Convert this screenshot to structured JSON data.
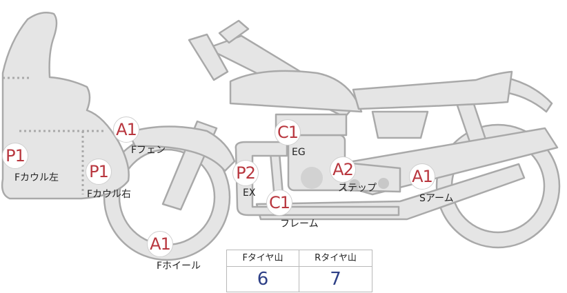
{
  "hotspots": [
    {
      "id": "f-cowl-left",
      "grade": "P1",
      "label": "Fカウル左"
    },
    {
      "id": "f-cowl-right",
      "grade": "P1",
      "label": "Fカウル右"
    },
    {
      "id": "f-fender",
      "grade": "A1",
      "label": "Fフェン"
    },
    {
      "id": "f-wheel",
      "grade": "A1",
      "label": "Fホイール"
    },
    {
      "id": "exhaust",
      "grade": "P2",
      "label": "EX"
    },
    {
      "id": "engine",
      "grade": "C1",
      "label": "EG"
    },
    {
      "id": "frame",
      "grade": "C1",
      "label": "フレーム"
    },
    {
      "id": "step",
      "grade": "A2",
      "label": "ステップ"
    },
    {
      "id": "swing-arm",
      "grade": "A1",
      "label": "Sアーム"
    }
  ],
  "tire_tread": {
    "front_label": "Fタイヤ山",
    "front_value": "6",
    "rear_label": "Rタイヤ山",
    "rear_value": "7"
  },
  "colors": {
    "grade_text": "#b8363e",
    "tread_value": "#2d3f86",
    "part_fill": "#e5e5e5",
    "part_stroke": "#a9a9a9"
  }
}
